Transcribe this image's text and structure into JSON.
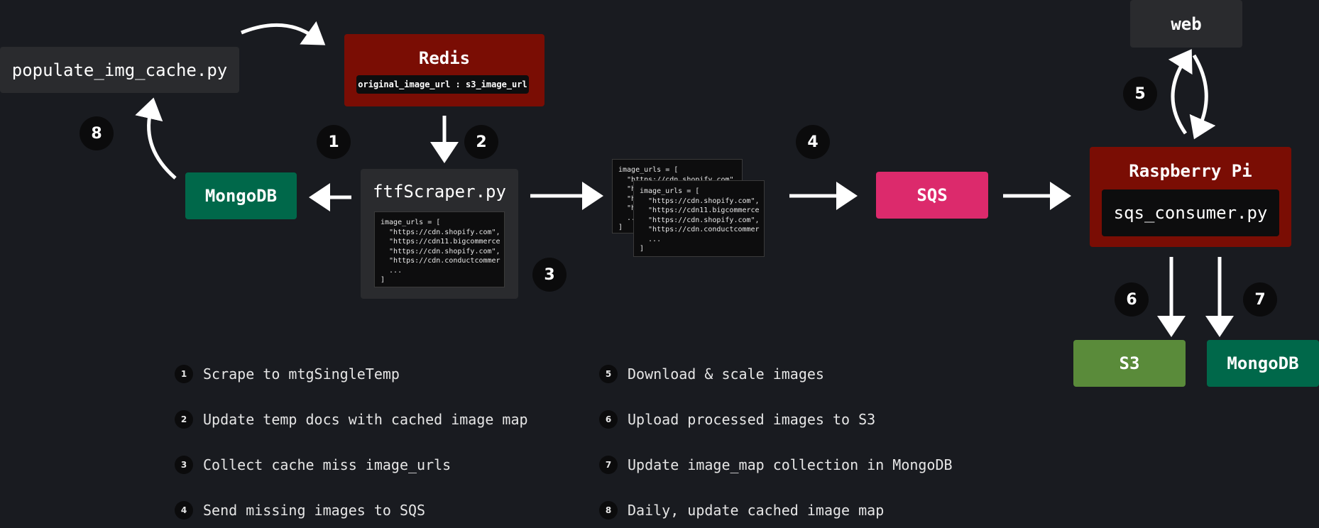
{
  "nodes": {
    "populate": "populate_img_cache.py",
    "redis": {
      "title": "Redis",
      "mapping": "original_image_url : s3_image_url"
    },
    "scraper": "ftfScraper.py",
    "mongodb_left": "MongoDB",
    "sqs": "SQS",
    "web": "web",
    "raspberry": {
      "title": "Raspberry Pi",
      "script": "sqs_consumer.py"
    },
    "s3": "S3",
    "mongodb_right": "MongoDB"
  },
  "code_scraper": [
    "image_urls = [",
    "  \"https://cdn.shopify.com\",",
    "  \"https://cdn11.bigcommerce",
    "  \"https://cdn.shopify.com\",",
    "  \"https://cdn.conductcommer",
    "  ...",
    "]"
  ],
  "code_queue_back": [
    "image_urls = [",
    "  \"https://cdn.shopify.com\",",
    "  \"h",
    "  \"h",
    "  \"h",
    "  ...",
    "]"
  ],
  "code_queue_front": [
    "image_urls = [",
    "  \"https://cdn.shopify.com\",",
    "  \"https://cdn11.bigcommerce",
    "  \"https://cdn.shopify.com\",",
    "  \"https://cdn.conductcommer",
    "  ...",
    "]"
  ],
  "badges": [
    "1",
    "2",
    "3",
    "4",
    "5",
    "6",
    "7",
    "8"
  ],
  "legend": [
    {
      "num": "1",
      "text": "Scrape to mtgSingleTemp"
    },
    {
      "num": "2",
      "text": "Update temp docs with cached image map"
    },
    {
      "num": "3",
      "text": "Collect cache miss image_urls"
    },
    {
      "num": "4",
      "text": "Send missing images to SQS"
    },
    {
      "num": "5",
      "text": "Download & scale images"
    },
    {
      "num": "6",
      "text": "Upload processed images to S3"
    },
    {
      "num": "7",
      "text": "Update image_map collection in MongoDB"
    },
    {
      "num": "8",
      "text": "Daily, update cached image map"
    }
  ],
  "colors": {
    "redis": "#7a0d04",
    "mongodb": "#00684a",
    "sqs": "#dc2a6c",
    "s3": "#5a8b3a",
    "raspberry": "#7a0d04",
    "neutral_box": "#2a2b2e",
    "background": "#191b20"
  }
}
